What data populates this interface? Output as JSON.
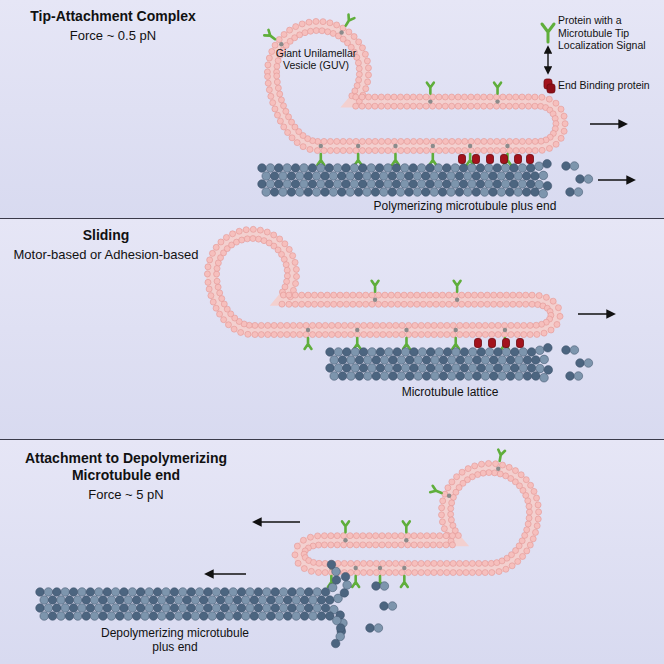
{
  "diagram": {
    "nodes": [
      {
        "text": [
          "Tip-Attachment Complex",
          "Force ~ 0.5 pN"
        ]
      },
      {
        "text": [
          "Sliding",
          "Motor-based or Adhesion-based"
        ]
      },
      {
        "text": [
          "Attachment to Depolymerizing Microtubule end",
          "Force ~ 5 pN"
        ]
      }
    ],
    "labels": [
      "Giant Unilamellar Vesicle (GUV)",
      "Polymerizing microtubule plus end",
      "Microtubule lattice",
      "Depolymerizing microtubule plus end"
    ],
    "legend": [
      {
        "text": "Protein with a Microtubule Tip Localization Signal"
      },
      {
        "text": "End Binding protein"
      }
    ]
  }
}
